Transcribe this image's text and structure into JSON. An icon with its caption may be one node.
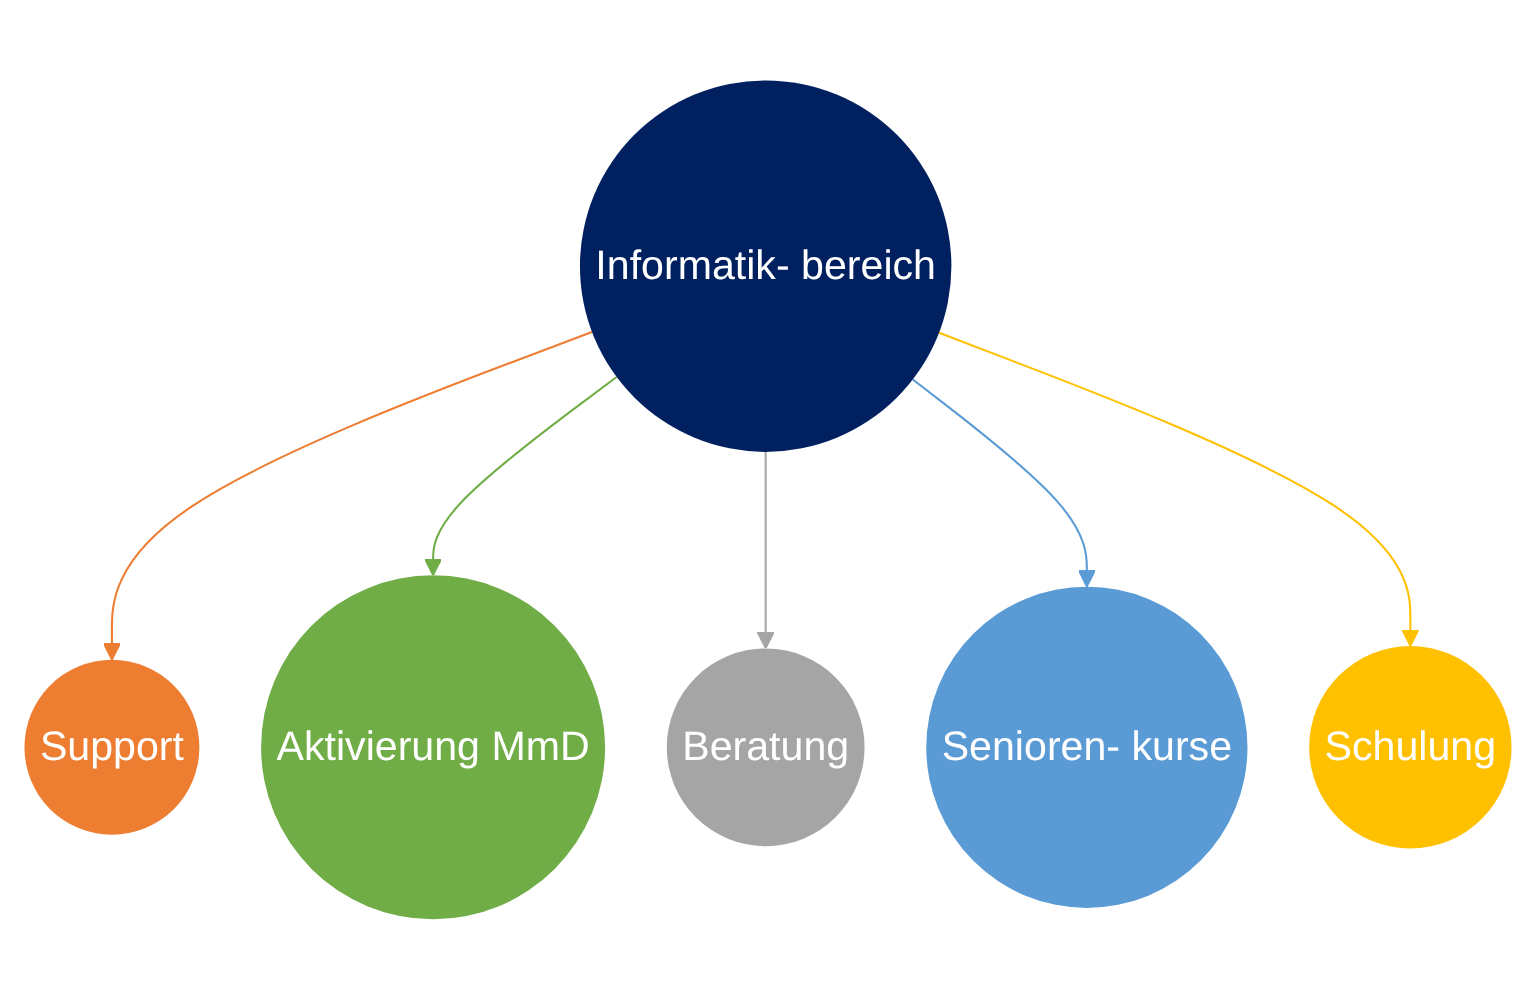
{
  "diagram": {
    "nodes": [
      {
        "text": [
          "Support"
        ]
      },
      {
        "text": [
          "Aktivierung MmD"
        ]
      },
      {
        "text": [
          "Beratung"
        ]
      },
      {
        "text": [
          "Informatik- bereich"
        ]
      },
      {
        "text": [
          "Senioren- kurse"
        ]
      },
      {
        "text": [
          "Schulung"
        ]
      }
    ],
    "edges": [
      {
        "from": 3,
        "to": 0,
        "arrow": "to",
        "color": "#ed7d31"
      },
      {
        "from": 3,
        "to": 1,
        "arrow": "to",
        "color": "#70ad47"
      },
      {
        "from": 3,
        "to": 2,
        "arrow": "to",
        "color": "#a5a5a5"
      },
      {
        "from": 3,
        "to": 4,
        "arrow": "to",
        "color": "#5b9bd5"
      },
      {
        "from": 3,
        "to": 5,
        "arrow": "to",
        "color": "#ffc000"
      }
    ]
  }
}
